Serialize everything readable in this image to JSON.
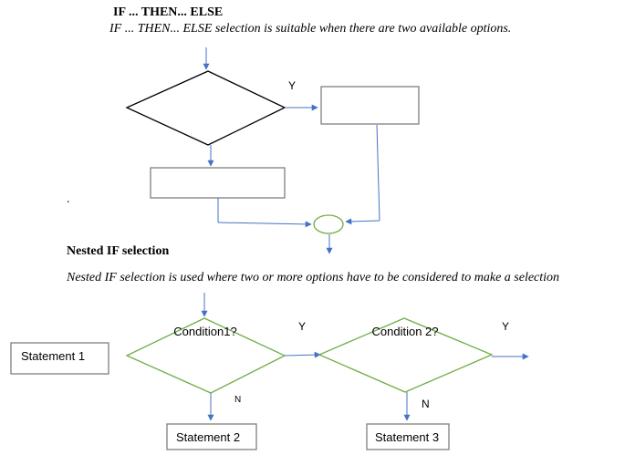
{
  "section1": {
    "heading": "IF ... THEN... ELSE",
    "description": "IF ... THEN... ELSE selection is suitable when there are two available options.",
    "yes_label": "Y",
    "stray_mark": "."
  },
  "section2": {
    "heading": "Nested IF selection",
    "description": "Nested IF selection is used where two or more options have to be considered to make a selection",
    "condition1": "Condition1?",
    "condition2": "Condition 2?",
    "yes_label_1": "Y",
    "yes_label_2": "Y",
    "no_label_1": "N",
    "no_label_2": "N",
    "statement1": "Statement 1",
    "statement2": "Statement 2",
    "statement3": "Statement 3"
  },
  "colors": {
    "connector": "#4472c4",
    "diamond_green": "#70ad47",
    "box_border": "#808080",
    "outline_black": "#000000"
  }
}
